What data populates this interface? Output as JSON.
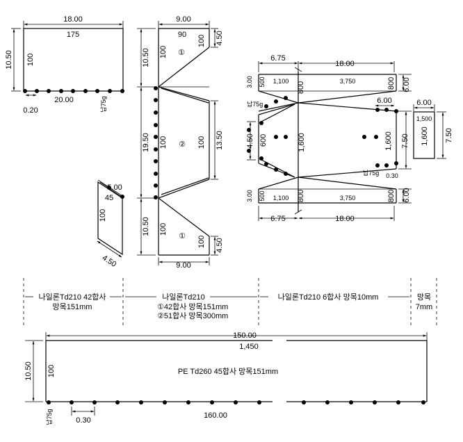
{
  "panel1": {
    "width_dim": "18.00",
    "height_dim": "10.50",
    "top_count": "175",
    "side_count": "100",
    "spacing_small": "0.20",
    "bottom_dim": "20.00",
    "weight": "납75g"
  },
  "panel2": {
    "top_dim": "9.00",
    "top_count": "90",
    "left_top_dim": "10.50",
    "left_mid_dim": "19.50",
    "left_bot_dim": "10.50",
    "count_100_a": "100",
    "count_100_b": "100",
    "count_100_c": "100",
    "count_100_d": "100",
    "count_100_e": "100",
    "count_100_f": "100",
    "right_top_dim": "4.50",
    "right_mid_dim": "13.50",
    "right_bot_dim": "4.50",
    "bottom_dim": "9.00",
    "circle_1": "①",
    "circle_2": "②"
  },
  "panel_small": {
    "top_dim": "5.00",
    "top_count": "45",
    "side_count": "100",
    "bottom_dim": "4.50"
  },
  "panel3": {
    "left_dim_top": "6.75",
    "right_dim_top": "18.00",
    "dim_300_top": "3.00",
    "count_500_top": "500",
    "count_1100_top": "1,100",
    "count_800_top_left": "800",
    "count_3750_top": "3,750",
    "count_800_top_right": "800",
    "dim_600_top": "6.00",
    "weight_top": "납75g",
    "dim_600_inner": "6.00",
    "dim_450": "4.50",
    "count_600": "600",
    "count_1600_left": "1,600",
    "count_1600_right": "1,600",
    "dim_750": "7.50",
    "weight_bot": "납75g",
    "dim_030": "0.30",
    "dim_300_bot": "3.00",
    "count_500_bot": "500",
    "count_1100_bot": "1,100",
    "count_800_bot_left": "800",
    "count_3750_bot": "3,750",
    "count_800_bot_right": "800",
    "dim_600_bot": "6.00",
    "left_dim_bot": "6.75",
    "right_dim_bot": "18.00"
  },
  "panel4": {
    "width_dim": "6.00",
    "count_1500": "1,500",
    "count_1600": "1,600",
    "height_dim": "7.50"
  },
  "labels": {
    "nylon1_a": "나일론Td210 42합사",
    "nylon1_b": "망목151mm",
    "nylon2_a": "나일론Td210",
    "nylon2_b": "①42합사 망목151mm",
    "nylon2_c": "②51합사 망목300mm",
    "nylon3": "나일론Td210 6합사 망목10mm",
    "mesh_a": "망목",
    "mesh_b": "7mm"
  },
  "bottom_panel": {
    "width_dim": "150.00",
    "top_count": "1,450",
    "height_dim": "10.50",
    "side_count": "100",
    "material": "PE Td260 45합사 망목151mm",
    "weight": "납75g",
    "spacing": "0.30",
    "bottom_dim": "160.00"
  }
}
